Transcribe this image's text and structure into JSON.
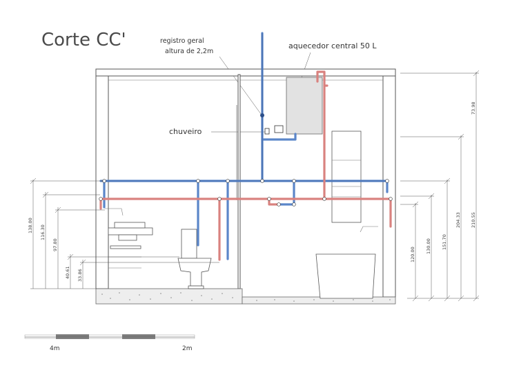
{
  "title": "Corte CC'",
  "labels": {
    "registro_line1": "registro geral",
    "registro_line2": "altura de 2,2m",
    "aquecedor": "aquecedor central 50 L",
    "chuveiro": "chuveiro"
  },
  "dimensions_left": {
    "d1": "138.00",
    "d2": "116.30",
    "d3": "97.80",
    "d4": "40.61",
    "d5": "33.86"
  },
  "dimensions_right": {
    "d1": "120.00",
    "d2": "130.00",
    "d3": "151.70",
    "d4": "204.33",
    "d5": "210.55",
    "d6": "73.98"
  },
  "scale": {
    "left": "4m",
    "right": "2m"
  },
  "colors": {
    "cold_water": "#5b86c9",
    "hot_water": "#d9827f",
    "heater": "#e2e2e2"
  }
}
